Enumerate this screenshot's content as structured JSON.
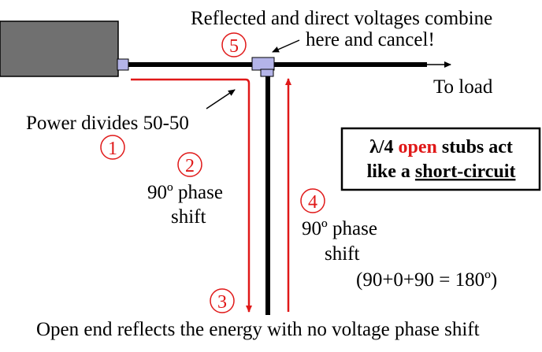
{
  "title_line1": "Reflected and direct voltages combine",
  "title_line2": "here and cancel!",
  "to_load": "To load",
  "power_divides": "Power divides 50-50",
  "phase_shift_a_line1": "90º phase",
  "phase_shift_a_line2": "shift",
  "phase_shift_b_line1": "90º phase",
  "phase_shift_b_line2": "shift",
  "sum_label": "(90+0+90 = 180º)",
  "bottom_caption": "Open end reflects the energy with no voltage phase shift",
  "step_numbers": [
    "1",
    "2",
    "3",
    "4",
    "5"
  ],
  "info_box": {
    "lambda": "λ/4",
    "open": "open",
    "stubs_act": "stubs act",
    "like_a": "like a",
    "short_circuit": "short-circuit"
  },
  "colors": {
    "line": "#000000",
    "arrow_red": "#e01818",
    "source_box": "#707070",
    "connector": "#b4b4e8",
    "open_text": "#e01818"
  }
}
